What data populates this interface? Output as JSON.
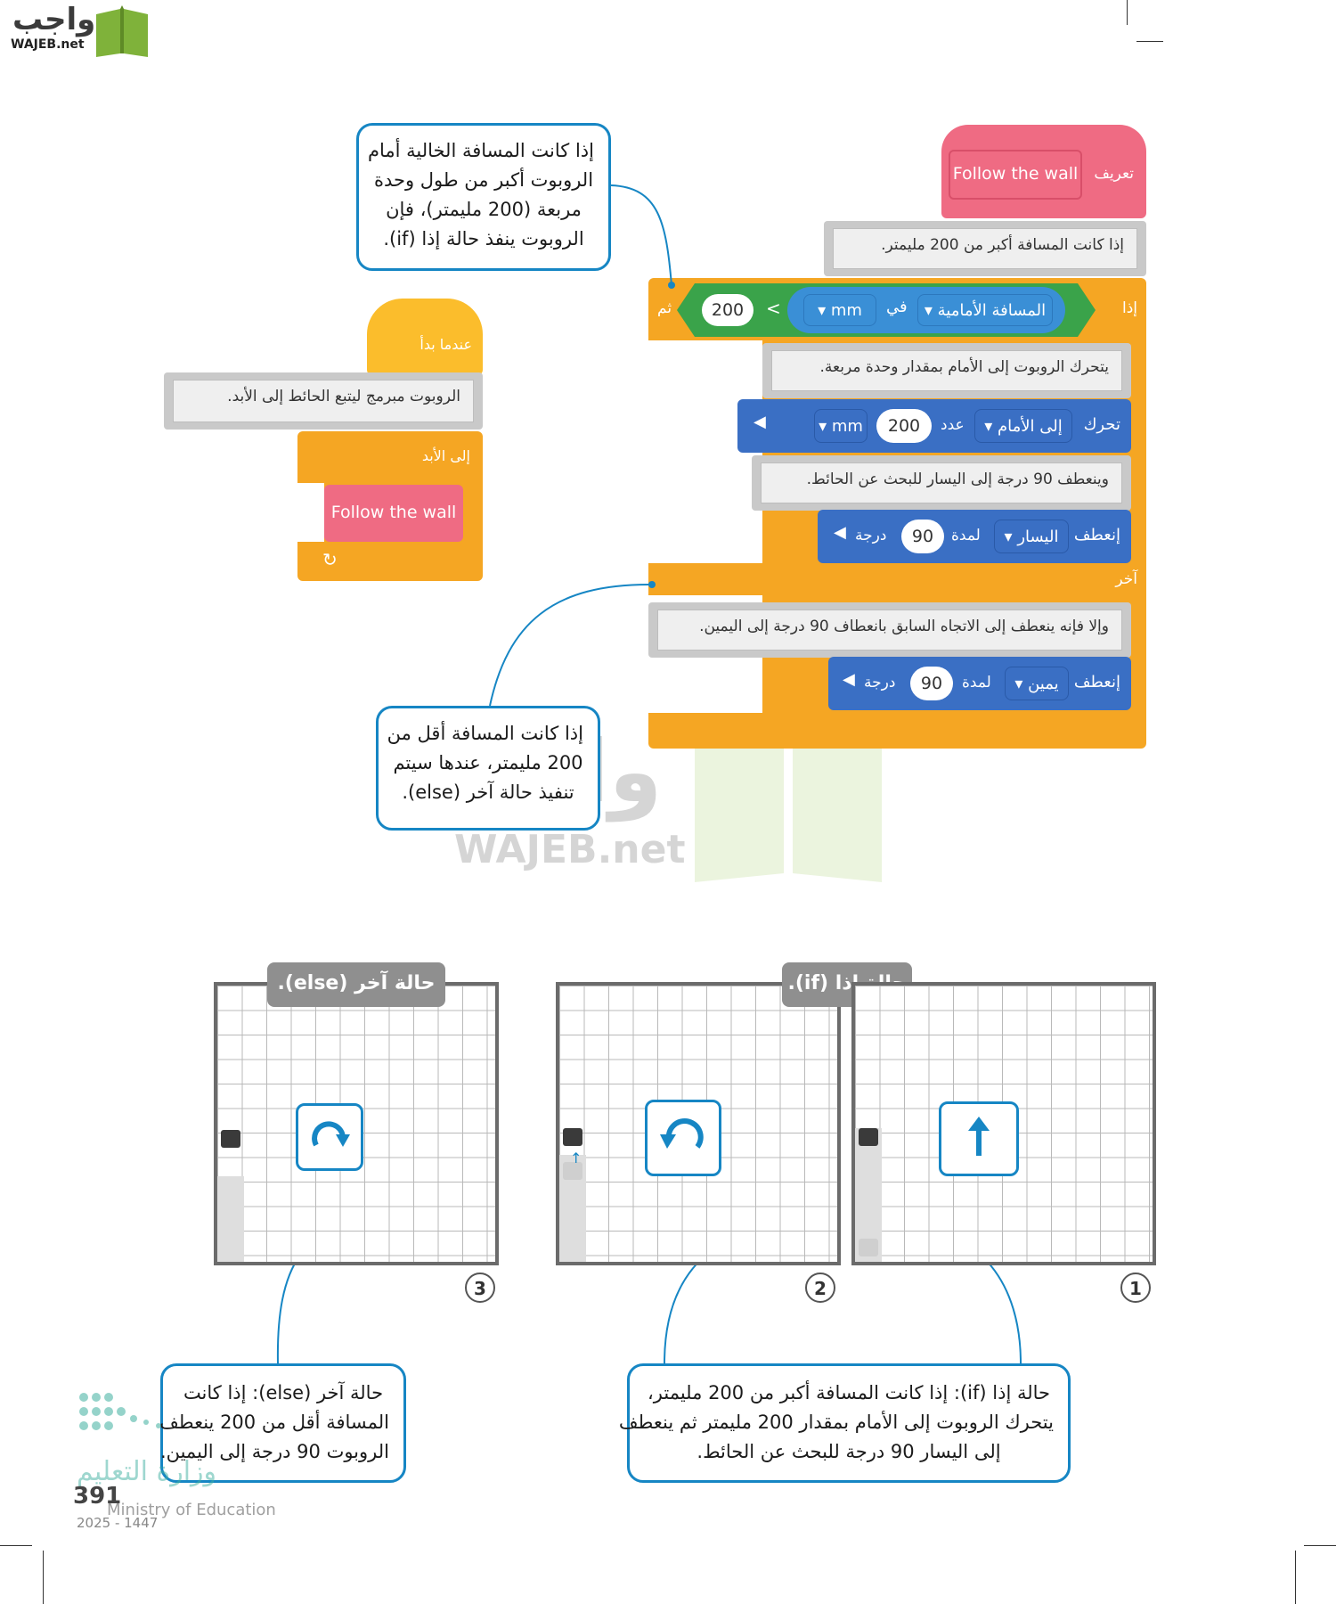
{
  "logo": {
    "text_ar": "واجب",
    "text_latin": "WAJEB.net"
  },
  "watermark": {
    "text_ar": "واجب",
    "text_latin": "WAJEB.net"
  },
  "callouts": {
    "if_condition": [
      "إذا كانت المسافة الخالية أمام",
      "الروبوت أكبر من طول وحدة",
      "مربعة (200 مليمتر)، فإن",
      "الروبوت ينفذ حالة إذا (if)."
    ],
    "else_condition": [
      "إذا كانت المسافة أقل من",
      "200 مليمتر، عندها سيتم",
      "تنفيذ حالة آخر (else)."
    ],
    "else_case": [
      "حالة آخر (else): إذا كانت",
      "المسافة أقل من 200 ينعطف",
      "الروبوت 90 درجة إلى اليمين."
    ],
    "if_case": [
      "حالة إذا (if): إذا كانت المسافة أكبر من 200 مليمتر،",
      "يتحرك الروبوت إلى الأمام بمقدار 200 مليمتر ثم ينعطف",
      "إلى اليسار 90 درجة للبحث عن الحائط."
    ]
  },
  "left_script": {
    "hat": "عندما بدأ",
    "comment": "الروبوت مبرمج ليتبع الحائط إلى الأبد.",
    "forever": "إلى الأبد",
    "call": "Follow the wall",
    "loop_arrow": "↻"
  },
  "right_script": {
    "define_label": "تعريف",
    "define_name": "Follow the wall",
    "comment_if": "إذا كانت المسافة أكبر من 200 مليمتر.",
    "if_label": "إذا",
    "then_label": "ثم",
    "sensor": "المسافة الأمامية",
    "in_label": "في",
    "unit": "mm",
    "operator": "<",
    "threshold": "200",
    "comment_move": "يتحرك الروبوت إلى الأمام بمقدار وحدة مربعة.",
    "move_label": "تحرك",
    "direction_forward": "إلى الأمام",
    "count_label": "عدد",
    "move_value": "200",
    "comment_turn_left": "وينعطف 90 درجة إلى اليسار للبحث عن الحائط.",
    "turn_label": "إنعطف",
    "direction_left": "اليسار",
    "for_label": "لمدة",
    "degrees_value": "90",
    "degrees_label": "درجة",
    "else_label": "آخر",
    "comment_else": "وإلا فإنه ينعطف إلى الاتجاه السابق بانعطاف 90 درجة إلى اليمين.",
    "direction_right": "يمين"
  },
  "panels": {
    "if_tag": "حالة إذا (if).",
    "else_tag": "حالة آخر (else).",
    "numbers": [
      "1",
      "2",
      "3"
    ],
    "icons": [
      "arrow-up-icon",
      "rotate-left-icon",
      "rotate-right-icon"
    ]
  },
  "footer": {
    "ministry_ar": "وزارة التعليم",
    "ministry_en": "Ministry of Education",
    "page_number": "391",
    "year": "2025 - 1447"
  },
  "colors": {
    "callout_border": "#1686c4",
    "event_orange": "#f5a623",
    "event_yellow": "#fbbd2c",
    "define_pink": "#ef6b83",
    "motion_blue": "#3a6fc4",
    "operator_green": "#3aa34a",
    "comment_gray": "#c9c9c9",
    "logo_green": "#7fb23a"
  }
}
